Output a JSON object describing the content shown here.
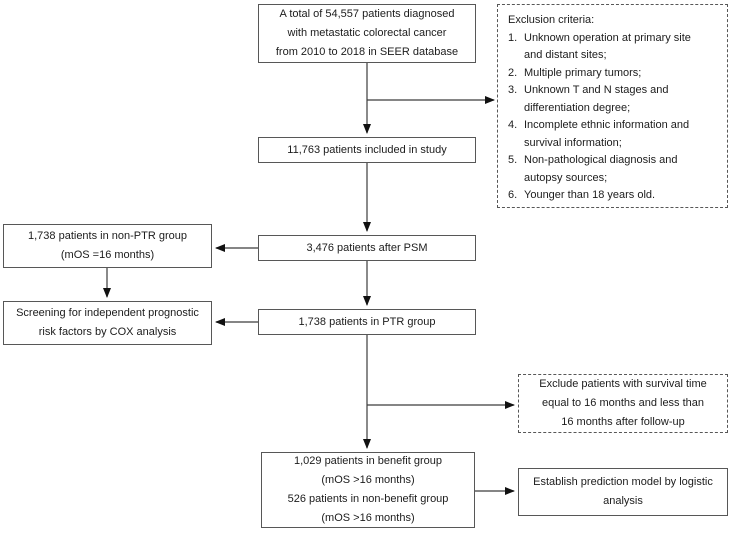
{
  "diagram": {
    "background": "#ffffff",
    "line_color": "#3c3c3c",
    "arrowhead_color": "#111111",
    "box_border_color": "#575757",
    "boxes": {
      "total": {
        "lines": [
          "A total of 54,557 patients diagnosed",
          "with metastatic colorectal cancer",
          "from 2010 to 2018 in SEER database"
        ]
      },
      "exclusion": {
        "title": "Exclusion criteria:",
        "items": [
          {
            "num": "1.",
            "text": "Unknown operation at primary site\nand distant sites;"
          },
          {
            "num": "2.",
            "text": "Multiple primary tumors;"
          },
          {
            "num": "3.",
            "text": "Unknown T and N stages and\ndifferentiation degree;"
          },
          {
            "num": "4.",
            "text": "Incomplete ethnic information and\nsurvival information;"
          },
          {
            "num": "5.",
            "text": "Non-pathological diagnosis and\nautopsy sources;"
          },
          {
            "num": "6.",
            "text": "Younger than 18 years old."
          }
        ]
      },
      "included": {
        "label": "11,763 patients included in study"
      },
      "non_ptr": {
        "lines": [
          "1,738 patients in non-PTR group",
          "(mOS =16 months)"
        ]
      },
      "psm": {
        "label": "3,476 patients after PSM"
      },
      "screening": {
        "lines": [
          "Screening for independent prognostic",
          "risk factors by COX analysis"
        ]
      },
      "ptr": {
        "label": "1,738 patients in PTR group"
      },
      "exclude_followup": {
        "lines": [
          "Exclude patients with survival time",
          "equal to 16 months and less than",
          "16 months after follow-up"
        ]
      },
      "outcome": {
        "lines": [
          "1,029 patients in benefit group",
          "(mOS >16 months)",
          "526 patients in non-benefit group",
          "(mOS >16 months)"
        ]
      },
      "model": {
        "lines": [
          "Establish prediction model by logistic",
          "analysis"
        ]
      }
    }
  }
}
